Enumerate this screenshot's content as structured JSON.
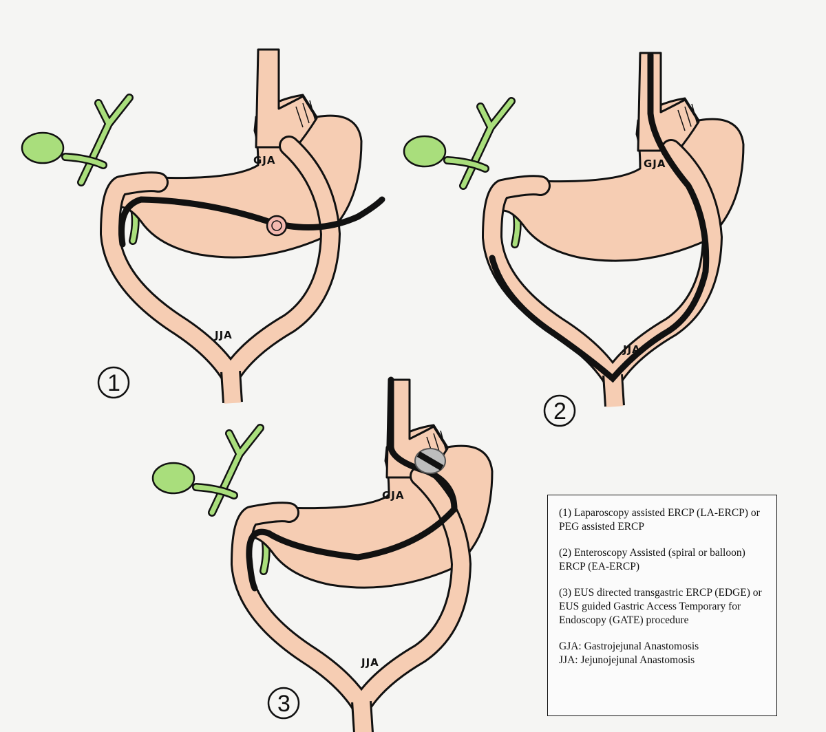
{
  "panels": [
    {
      "number": "1",
      "gja_label": "GJA",
      "jja_label": "JJA"
    },
    {
      "number": "2",
      "gja_label": "GJA",
      "jja_label": "JJA"
    },
    {
      "number": "3",
      "gja_label": "GJA",
      "jja_label": "JJA"
    }
  ],
  "legend": {
    "item1": "(1) Laparoscopy assisted ERCP (LA-ERCP) or PEG assisted ERCP",
    "item2": "(2) Enteroscopy Assisted (spiral or balloon) ERCP (EA-ERCP)",
    "item3": "(3) EUS directed transgastric ERCP (EDGE) or EUS guided Gastric Access Temporary for Endoscopy (GATE) procedure",
    "abbr_gja": "GJA: Gastrojejunal Anastomosis",
    "abbr_jja": "JJA: Jejunojejunal Anastomosis"
  },
  "colors": {
    "tissue": "#f6cdb3",
    "biliary": "#a9de7c",
    "scope": "#111111",
    "outline": "#111111",
    "stent": "#bdbdbd"
  }
}
